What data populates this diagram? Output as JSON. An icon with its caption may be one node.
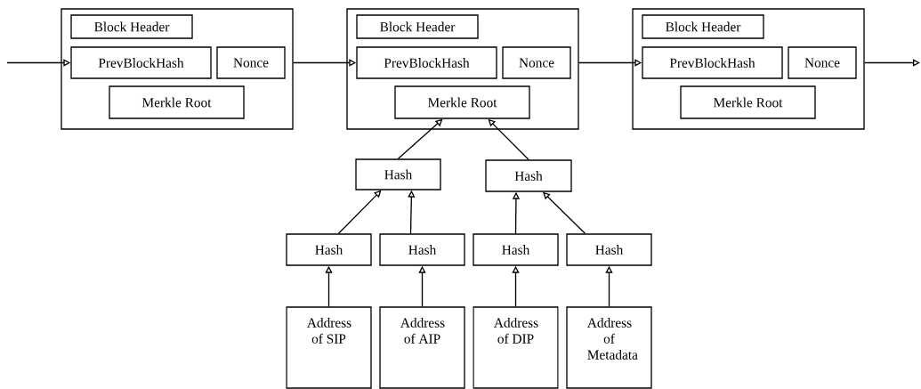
{
  "diagram": {
    "nodes": [
      {
        "text": [],
        "shape": "box"
      },
      {
        "text": [
          "Block Header"
        ],
        "in": 0
      },
      {
        "text": [
          "PrevBlockHash"
        ],
        "in": 0
      },
      {
        "text": [
          "Nonce"
        ],
        "in": 0
      },
      {
        "text": [
          "Merkle Root"
        ],
        "in": 0
      },
      {
        "text": [],
        "shape": "box"
      },
      {
        "text": [
          "Block Header"
        ],
        "in": 5
      },
      {
        "text": [
          "PrevBlockHash"
        ],
        "in": 5
      },
      {
        "text": [
          "Nonce"
        ],
        "in": 5
      },
      {
        "text": [
          "Merkle Root"
        ],
        "in": 5
      },
      {
        "text": [],
        "shape": "box"
      },
      {
        "text": [
          "Block Header"
        ],
        "in": 10
      },
      {
        "text": [
          "PrevBlockHash"
        ],
        "in": 10
      },
      {
        "text": [
          "Nonce"
        ],
        "in": 10
      },
      {
        "text": [
          "Merkle Root"
        ],
        "in": 10
      },
      {
        "text": [
          "Hash"
        ]
      },
      {
        "text": [
          "Hash"
        ]
      },
      {
        "text": [
          "Hash"
        ]
      },
      {
        "text": [
          "Hash"
        ]
      },
      {
        "text": [
          "Hash"
        ]
      },
      {
        "text": [
          "Hash"
        ]
      },
      {
        "text": [
          "Address of SIP"
        ]
      },
      {
        "text": [
          "Address of AIP"
        ]
      },
      {
        "text": [
          "Address of DIP"
        ]
      },
      {
        "text": [
          "Address of Metadata"
        ]
      }
    ],
    "edges": [
      {
        "from": null,
        "to": 2,
        "arrow": "to"
      },
      {
        "from": 0,
        "to": 7,
        "arrow": "to"
      },
      {
        "from": 5,
        "to": 12,
        "arrow": "to"
      },
      {
        "from": 10,
        "to": null,
        "arrow": "to"
      },
      {
        "from": 15,
        "to": 9,
        "arrow": "to"
      },
      {
        "from": 16,
        "to": 9,
        "arrow": "to"
      },
      {
        "from": 17,
        "to": 15,
        "arrow": "to"
      },
      {
        "from": 18,
        "to": 15,
        "arrow": "to"
      },
      {
        "from": 19,
        "to": 16,
        "arrow": "to"
      },
      {
        "from": 20,
        "to": 16,
        "arrow": "to"
      },
      {
        "from": 21,
        "to": 17,
        "arrow": "to"
      },
      {
        "from": 22,
        "to": 18,
        "arrow": "to"
      },
      {
        "from": 23,
        "to": 19,
        "arrow": "to"
      },
      {
        "from": 24,
        "to": 20,
        "arrow": "to"
      }
    ]
  }
}
